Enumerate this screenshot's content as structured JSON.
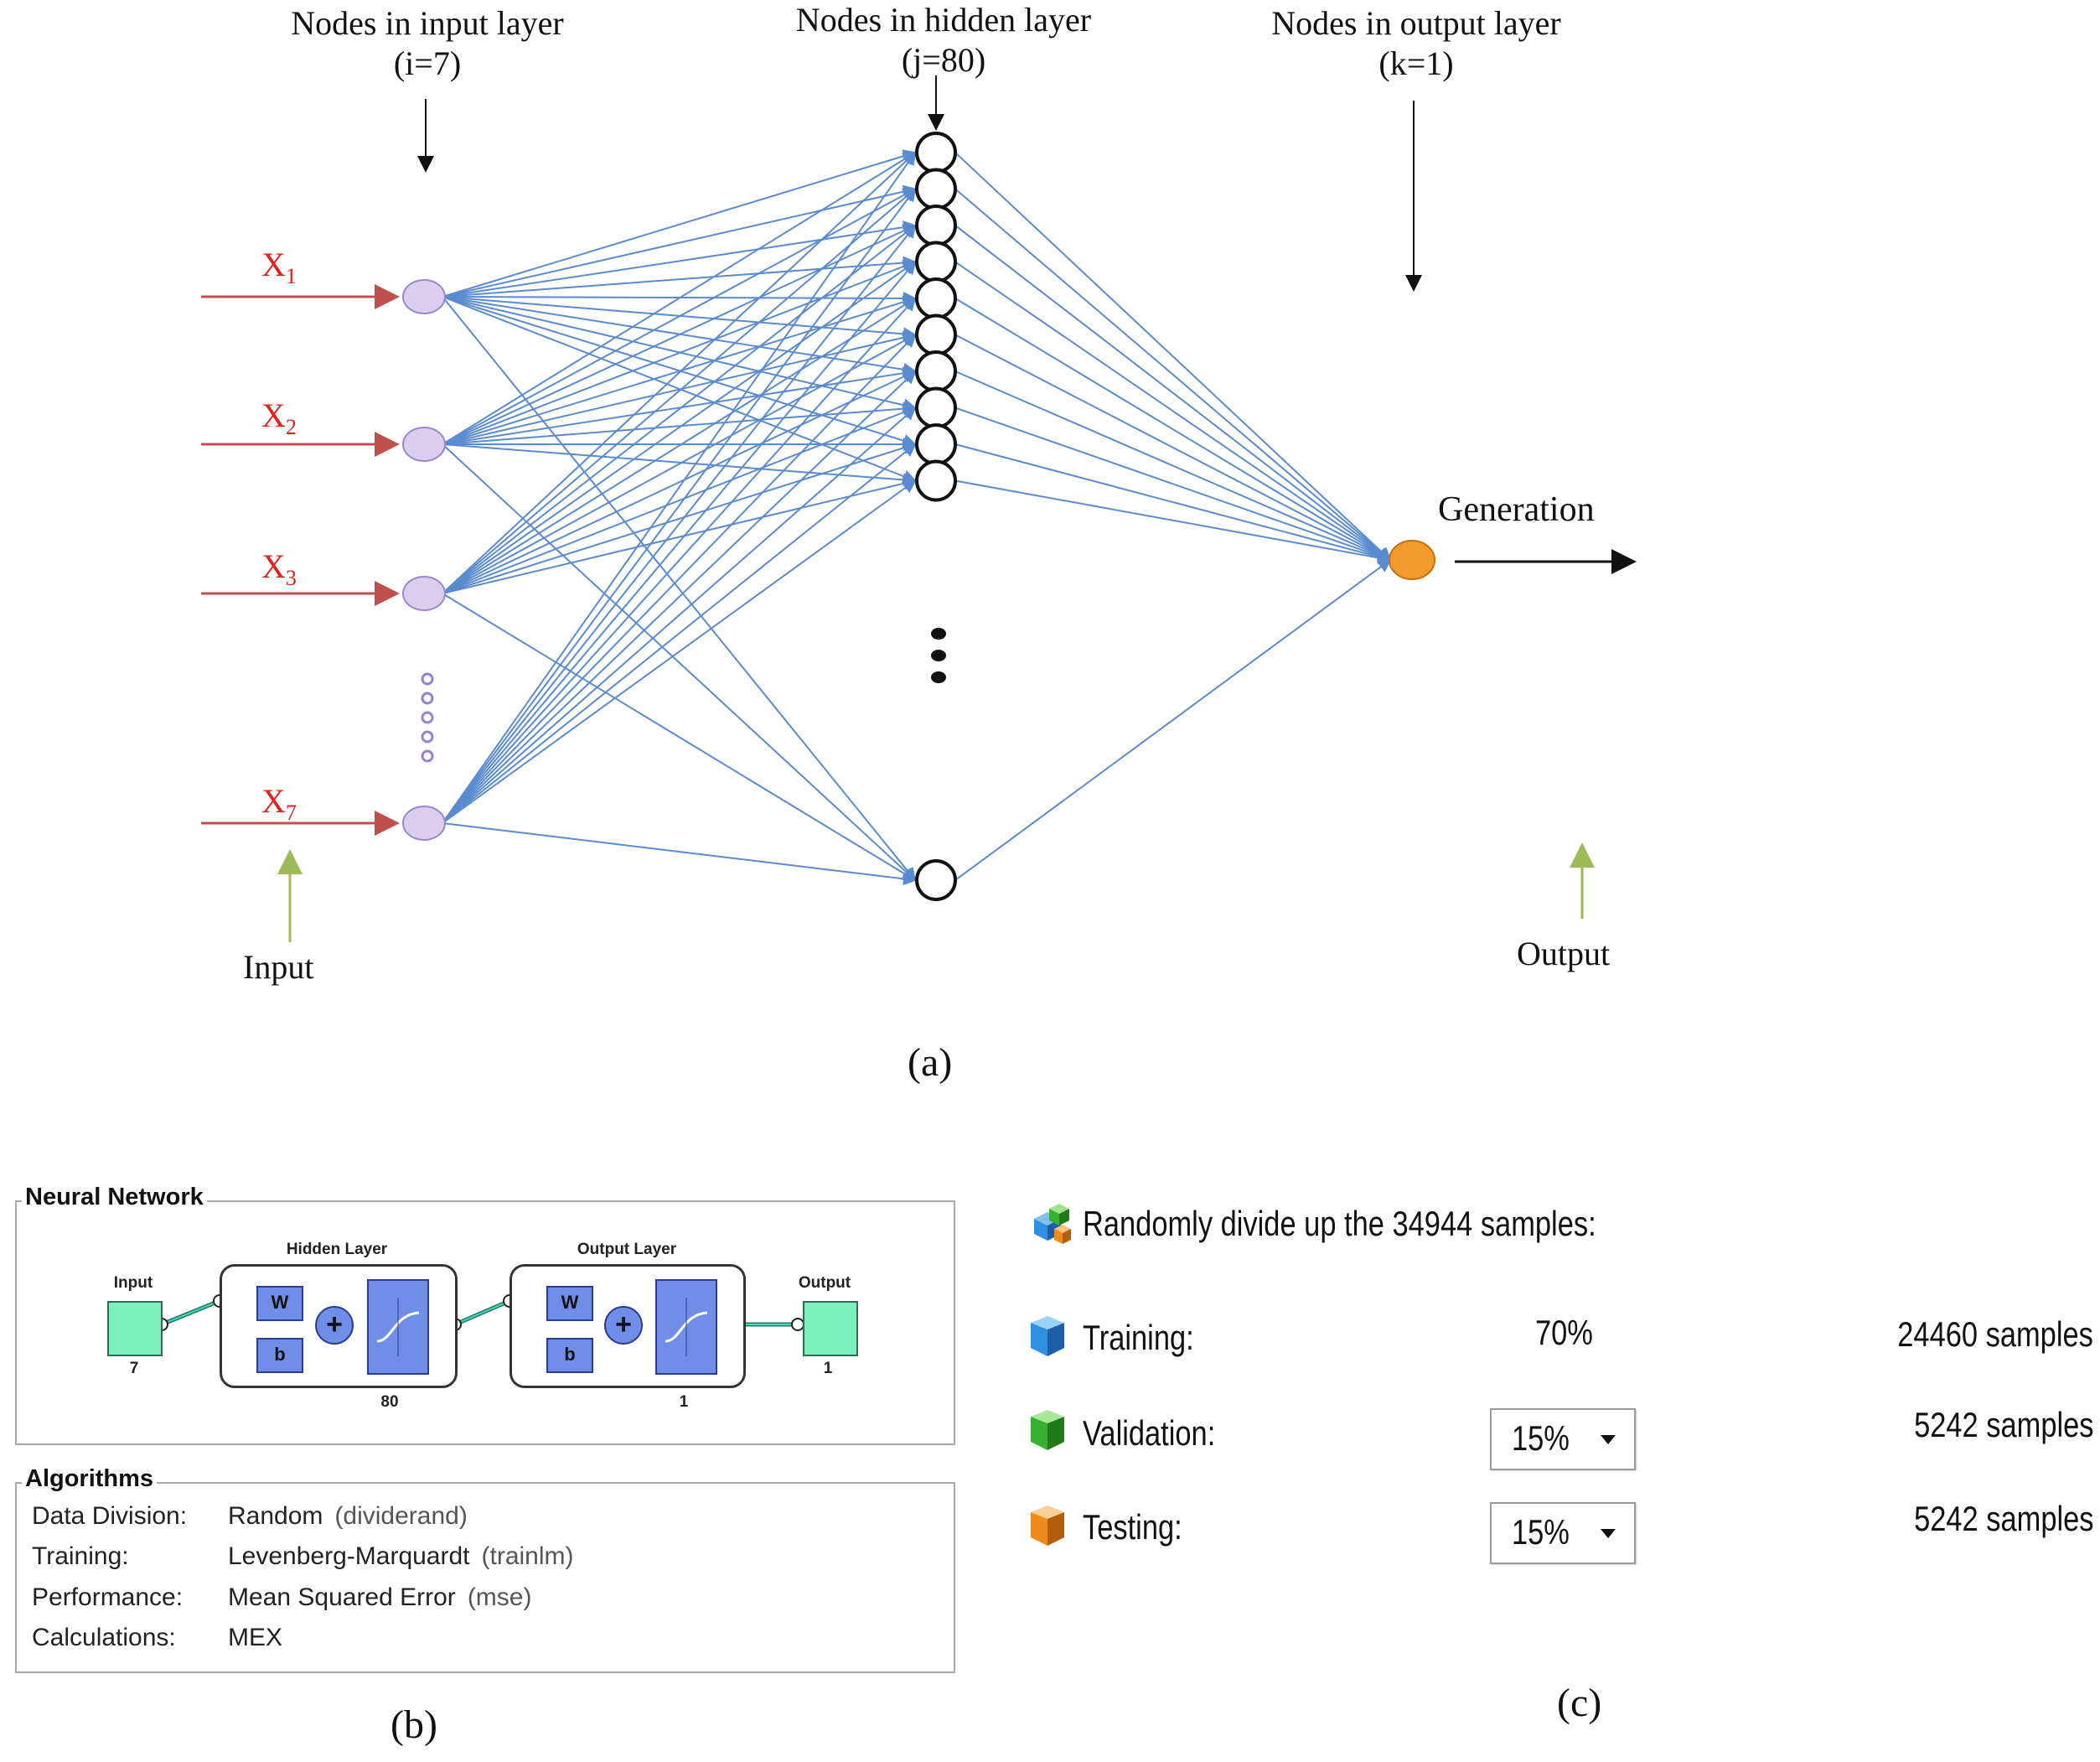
{
  "panel_a": {
    "input_layer_title": "Nodes in input layer",
    "input_layer_count": "(i=7)",
    "hidden_layer_title": "Nodes in hidden layer",
    "hidden_layer_count": "(j=80)",
    "output_layer_title": "Nodes in output layer",
    "output_layer_count": "(k=1)",
    "inputs": [
      {
        "base": "X",
        "sub": "1"
      },
      {
        "base": "X",
        "sub": "2"
      },
      {
        "base": "X",
        "sub": "3"
      },
      {
        "base": "X",
        "sub": "7"
      }
    ],
    "generation_label": "Generation",
    "input_label": "Input",
    "output_label": "Output",
    "caption": "(a)"
  },
  "panel_b": {
    "nn_title": "Neural Network",
    "input_label": "Input",
    "input_size": "7",
    "hidden_layer_label": "Hidden Layer",
    "hidden_size": "80",
    "output_layer_label": "Output Layer",
    "output_layer_size": "1",
    "output_label": "Output",
    "output_size": "1",
    "weight_symbol": "W",
    "bias_symbol": "b",
    "sum_symbol": "+",
    "algorithms_title": "Algorithms",
    "algorithms": [
      {
        "key": "Data Division:",
        "value": "Random",
        "paren": "(dividerand)"
      },
      {
        "key": "Training:",
        "value": "Levenberg-Marquardt",
        "paren": "(trainlm)"
      },
      {
        "key": "Performance:",
        "value": "Mean Squared Error",
        "paren": "(mse)"
      },
      {
        "key": "Calculations:",
        "value": "MEX",
        "paren": ""
      }
    ],
    "caption": "(b)"
  },
  "panel_c": {
    "header": "Randomly divide up the 34944 samples:",
    "rows": [
      {
        "label": "Training:",
        "percent": "70%",
        "samples": "24460 samples",
        "color": "#2f8fe0",
        "dropdown": false
      },
      {
        "label": "Validation:",
        "percent": "15%",
        "samples": "5242 samples",
        "color": "#36b02f",
        "dropdown": true
      },
      {
        "label": "Testing:",
        "percent": "15%",
        "samples": "5242 samples",
        "color": "#f08a1c",
        "dropdown": true
      }
    ],
    "caption": "(c)"
  },
  "colors": {
    "connection": "#5a8ad0",
    "input_node": "#d9cdf0",
    "output_node": "#f39a2c",
    "input_arrow": "#c0504d",
    "up_arrow": "#9bbb59"
  }
}
